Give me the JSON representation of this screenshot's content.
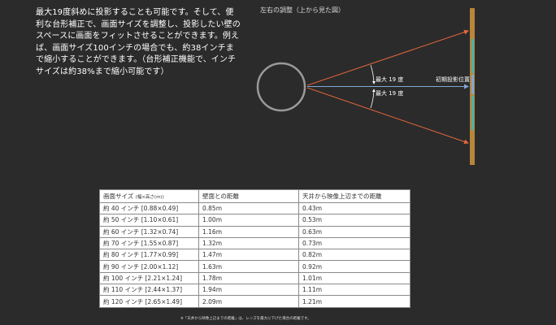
{
  "intro_text": "最大19度斜めに投影することも可能です。そして、便利な台形補正で、画面サイズを調整し、投影したい壁のスペースに画面をフィットさせることができます。例えば、画面サイズ100インチの場合でも、約38インチまで縮小することができます。（台形補正機能で、インチサイズは約38%まで縮小可能です）",
  "diagram": {
    "title": "左右の調整（上から見た図）",
    "angle_label_upper": "最大 19 度",
    "angle_label_lower": "最大 19 度",
    "initial_position_label": "初期投影位置",
    "colors": {
      "arrow": "#e8663c",
      "axis": "#7fa7d4",
      "wall": "#b8863b",
      "screen": "#4fb0a8"
    }
  },
  "table": {
    "headers": {
      "size": "画面サイズ",
      "size_unit": "(幅×高さ(m))",
      "distance": "壁面との距離",
      "height": "天井から映像上辺までの距離"
    },
    "rows": [
      {
        "size": "約 40 インチ [0.88×0.49]",
        "distance": "0.85m",
        "height": "0.43m"
      },
      {
        "size": "約 50 インチ [1.10×0.61]",
        "distance": "1.00m",
        "height": "0.53m"
      },
      {
        "size": "約 60 インチ [1.32×0.74]",
        "distance": "1.16m",
        "height": "0.63m"
      },
      {
        "size": "約 70 インチ [1.55×0.87]",
        "distance": "1.32m",
        "height": "0.73m"
      },
      {
        "size": "約 80 インチ [1.77×0.99]",
        "distance": "1.47m",
        "height": "0.82m"
      },
      {
        "size": "約 90 インチ [2.00×1.12]",
        "distance": "1.63m",
        "height": "0.92m"
      },
      {
        "size": "約 100 インチ [2.21×1.24]",
        "distance": "1.78m",
        "height": "1.01m"
      },
      {
        "size": "約 110 インチ [2.44×1.37]",
        "distance": "1.94m",
        "height": "1.11m"
      },
      {
        "size": "約 120 インチ [2.65×1.49]",
        "distance": "2.09m",
        "height": "1.21m"
      }
    ],
    "footnote": "※「天井から映像上辺までの距離」は、レンズを最大に下げた場合の距離です。"
  }
}
